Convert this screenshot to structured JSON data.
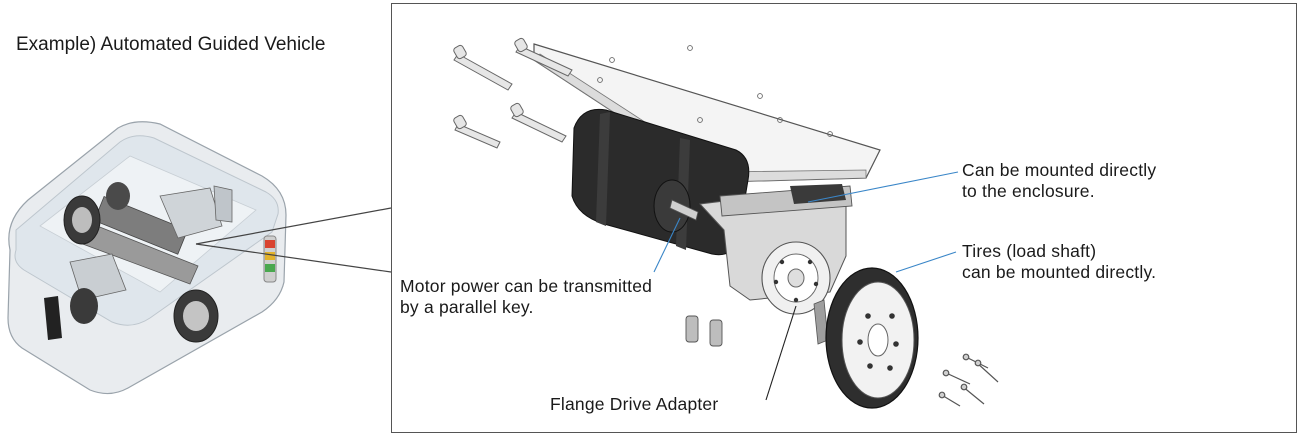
{
  "title": "Example) Automated Guided Vehicle",
  "callouts": {
    "motor": [
      "Motor power can be transmitted",
      "by a parallel key."
    ],
    "enclosure": [
      "Can be mounted directly",
      "to the enclosure."
    ],
    "tires": [
      "Tires (load shaft)",
      "can be mounted directly."
    ],
    "flange": "Flange Drive Adapter"
  },
  "colors": {
    "leader_line": "#3a86c8",
    "motor_body": "#2b2b2b",
    "enclosure": "#dde4ea",
    "frame_border": "#555555",
    "signal_red": "#d9432f",
    "signal_yellow": "#e2b22c",
    "signal_green": "#4aa84f"
  }
}
